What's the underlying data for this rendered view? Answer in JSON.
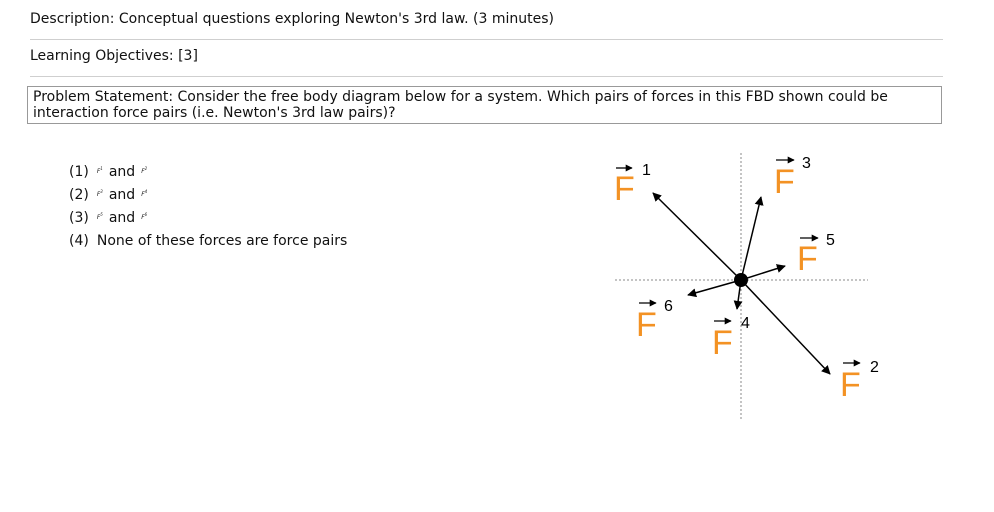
{
  "header": {
    "description": "Description: Conceptual questions exploring Newton's 3rd law. (3 minutes)",
    "learning_objectives": "Learning Objectives: [3]"
  },
  "problem": {
    "line1": "Problem Statement: Consider the free body diagram below for a system. Which pairs of forces in this FBD shown could be",
    "line2": "interaction force pairs (i.e. Newton's 3rd law pairs)?"
  },
  "options": [
    {
      "num": "(1)",
      "a": "F",
      "a_sub": "1",
      "and": "and",
      "b": "F",
      "b_sub": "2"
    },
    {
      "num": "(2)",
      "a": "F",
      "a_sub": "3",
      "and": "and",
      "b": "F",
      "b_sub": "4"
    },
    {
      "num": "(3)",
      "a": "F",
      "a_sub": "5",
      "and": "and",
      "b": "F",
      "b_sub": "6"
    },
    {
      "num": "(4)",
      "text": "None of these forces are force pairs"
    }
  ],
  "fbd": {
    "force_symbol": "F",
    "labels": {
      "f1": "1",
      "f2": "2",
      "f3": "3",
      "f4": "4",
      "f5": "5",
      "f6": "6"
    },
    "colors": {
      "force_label": "#F39224",
      "arrow": "#000000",
      "axis": "#888888"
    }
  }
}
